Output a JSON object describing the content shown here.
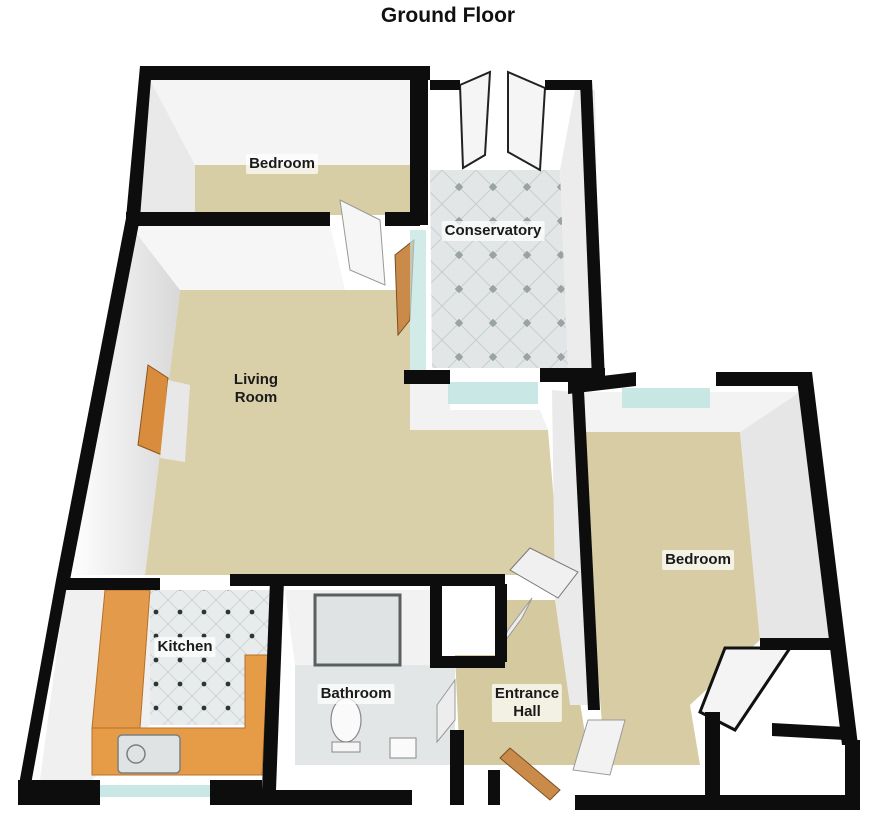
{
  "title": "Ground Floor",
  "rooms": {
    "bedroom_top": "Bedroom",
    "conservatory": "Conservatory",
    "living_room_line1": "Living",
    "living_room_line2": "Room",
    "bedroom_right": "Bedroom",
    "kitchen": "Kitchen",
    "bathroom": "Bathroom",
    "entrance_hall_line1": "Entrance",
    "entrance_hall_line2": "Hall"
  },
  "colors": {
    "carpet": "#d9cfa8",
    "carpet_dark": "#cbbf93",
    "wall_top": "#111111",
    "wall_face": "#f2f2f2",
    "tile": "#e4e8e8",
    "kitchen_wood": "#e59a45",
    "glass": "#bfe3e0",
    "door_wood": "#c98a4a"
  }
}
